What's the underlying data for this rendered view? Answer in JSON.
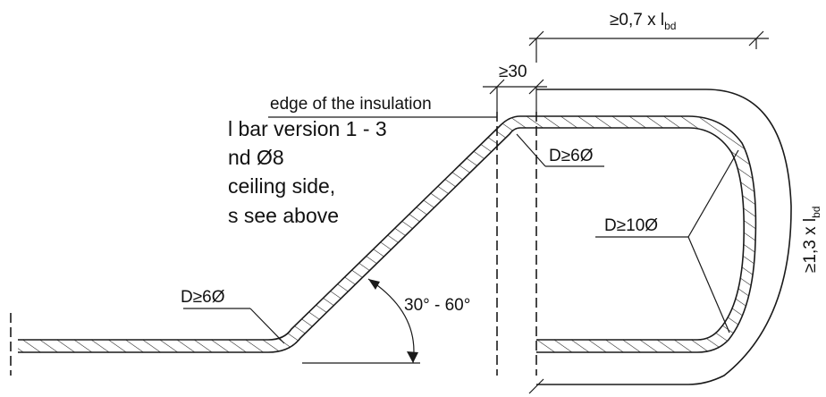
{
  "note_lines": [
    "l bar version 1 - 3",
    "nd Ø8",
    "ceiling side,",
    "s see above"
  ],
  "labels": {
    "edge": "edge of the insulation",
    "gap": "≥30",
    "top_dim_main": "≥0,7 x l",
    "top_dim_sub": "bd",
    "bend_top": "D≥6Ø",
    "bend_bottom": "D≥6Ø",
    "bend_large": "D≥10Ø",
    "angle": "30° - 60°",
    "side_dim_main": "≥1,3 x l",
    "side_dim_sub": "bd"
  },
  "colors": {
    "line": "#1a1a1a",
    "text": "#111111",
    "background": "#ffffff"
  }
}
